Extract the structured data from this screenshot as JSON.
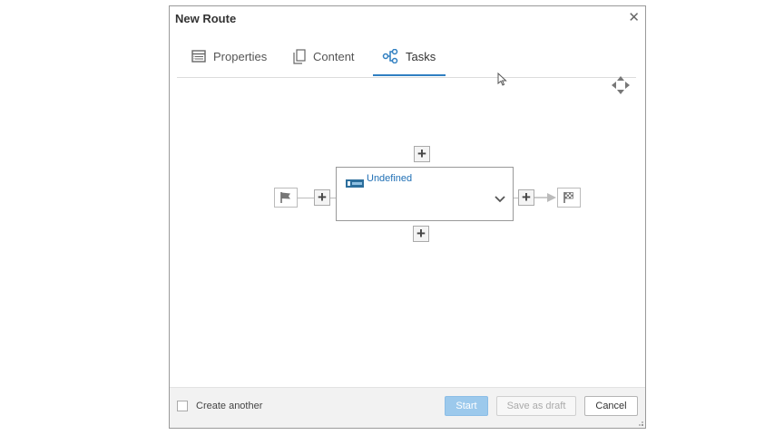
{
  "dialog": {
    "title": "New Route",
    "close_icon": "close-icon",
    "tabs": [
      {
        "label": "Properties",
        "icon": "table-icon",
        "active": false
      },
      {
        "label": "Content",
        "icon": "document-copy-icon",
        "active": false
      },
      {
        "label": "Tasks",
        "icon": "workflow-icon",
        "active": true
      }
    ],
    "accent_color": "#2f7fc1"
  },
  "workflow": {
    "start_icon": "start-flag-icon",
    "end_icon": "finish-flag-icon",
    "add_label": "+",
    "task": {
      "label": "Undefined",
      "chip_icon": "task-type-icon",
      "expand_icon": "chevron-down-icon"
    }
  },
  "footer": {
    "create_another_label": "Create another",
    "create_another_checked": false,
    "start_label": "Start",
    "save_draft_label": "Save as draft",
    "cancel_label": "Cancel"
  }
}
